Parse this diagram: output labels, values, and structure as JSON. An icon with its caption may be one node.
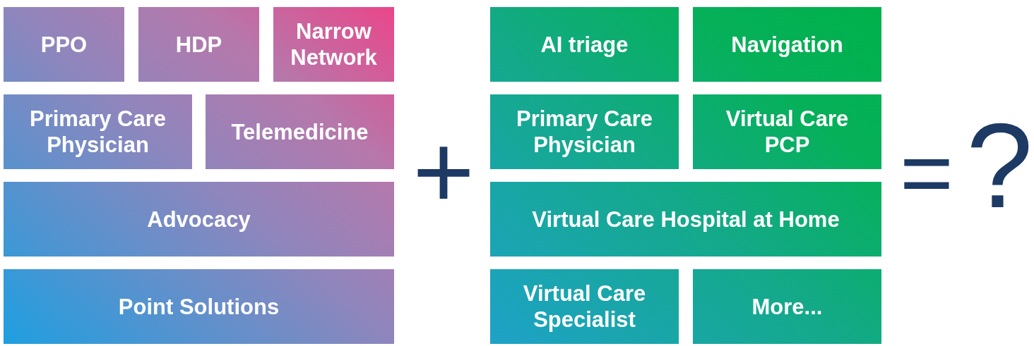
{
  "diagram": {
    "nodes": [
      {
        "text": [
          "PPO"
        ]
      },
      {
        "text": [
          "HDP"
        ]
      },
      {
        "text": [
          "Narrow Network"
        ]
      },
      {
        "text": [
          "Primary Care Physician"
        ]
      },
      {
        "text": [
          "Telemedicine"
        ]
      },
      {
        "text": [
          "Advocacy"
        ]
      },
      {
        "text": [
          "Point Solutions"
        ]
      },
      {
        "text": [
          "AI triage"
        ]
      },
      {
        "text": [
          "Navigation"
        ]
      },
      {
        "text": [
          "Primary Care Physician"
        ]
      },
      {
        "text": [
          "Virtual Care PCP"
        ]
      },
      {
        "text": [
          "Virtual Care Hospital at Home"
        ]
      },
      {
        "text": [
          "Virtual Care Specialist"
        ]
      },
      {
        "text": [
          "More..."
        ]
      }
    ],
    "edges": [],
    "labels": [
      "+",
      "=",
      "?"
    ]
  }
}
